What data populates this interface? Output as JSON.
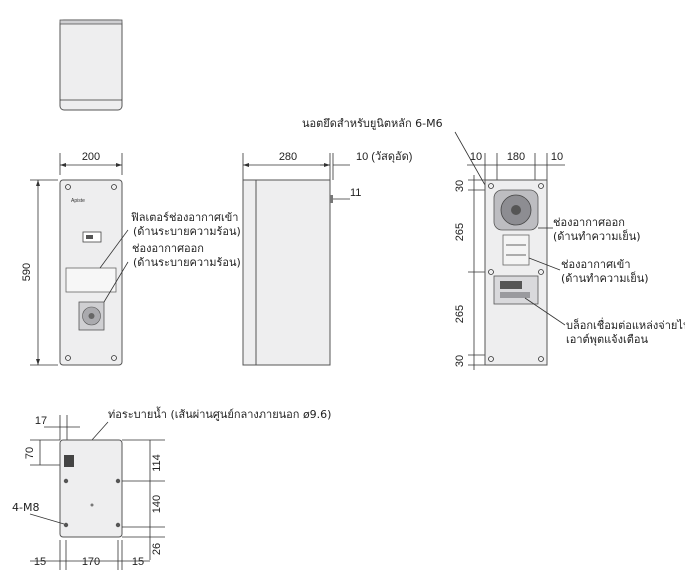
{
  "front_view": {
    "width_dim": "200",
    "height_dim": "590",
    "label_filter_l1": "ฟิลเตอร์ช่องอากาศเข้า",
    "label_filter_l2": "(ด้านระบายความร้อน)",
    "label_outlet_l1": "ช่องอากาศออก",
    "label_outlet_l2": "(ด้านระบายความร้อน)"
  },
  "side_view": {
    "depth_dim": "280",
    "protrusion_dim": "10 (วัสดุอัด)",
    "small_dim": "11"
  },
  "back_view": {
    "nut_label": "นอตยึดสำหรับยูนิตหลัก 6-M6",
    "top_dims": [
      "10",
      "180",
      "10"
    ],
    "left_dims": [
      "30",
      "265",
      "265",
      "30"
    ],
    "label_outlet_l1": "ช่องอากาศออก",
    "label_outlet_l2": "(ด้านทำความเย็น)",
    "label_inlet_l1": "ช่องอากาศเข้า",
    "label_inlet_l2": "(ด้านทำความเย็น)",
    "label_connector_l1": "บล็อกเชื่อมต่อแหล่งจ่ายไฟ/",
    "label_connector_l2": "เอาต์พุตแจ้งเตือน"
  },
  "bottom_view": {
    "drain_label": "ท่อระบายน้ำ (เส้นผ่านศูนย์กลางภายนอก ø9.6)",
    "top_dim": "17",
    "left_dim": "70",
    "hole_label": "4-M8",
    "bottom_dims": [
      "15",
      "170",
      "15"
    ],
    "right_dims": [
      "114",
      "140",
      "26"
    ]
  },
  "logo_text": "Apiste"
}
